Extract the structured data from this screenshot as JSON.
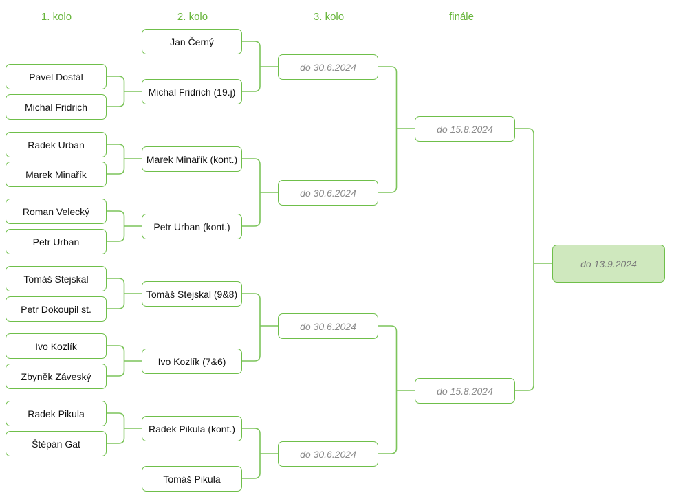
{
  "headers": {
    "r1": "1. kolo",
    "r2": "2. kolo",
    "r3": "3. kolo",
    "fin": "finále"
  },
  "round1": [
    "Pavel Dostál",
    "Michal Fridrich",
    "Radek Urban",
    "Marek Minařík",
    "Roman Velecký",
    "Petr Urban",
    "Tomáš Stejskal",
    "Petr Dokoupil st.",
    "Ivo Kozlík",
    "Zbyněk Záveský",
    "Radek Pikula",
    "Štěpán Gat"
  ],
  "round2": [
    "Jan Černý",
    "Michal Fridrich (19.j)",
    "Marek Minařík (kont.)",
    "Petr Urban (kont.)",
    "Tomáš Stejskal (9&8)",
    "Ivo Kozlík (7&6)",
    "Radek Pikula (kont.)",
    "Tomáš Pikula"
  ],
  "round3": [
    "do 30.6.2024",
    "do 30.6.2024",
    "do 30.6.2024",
    "do 30.6.2024"
  ],
  "semifinal": [
    "do 15.8.2024",
    "do 15.8.2024"
  ],
  "final": "do 13.9.2024",
  "colors": {
    "accent": "#67b53a",
    "final_fill": "#cfe8be"
  }
}
